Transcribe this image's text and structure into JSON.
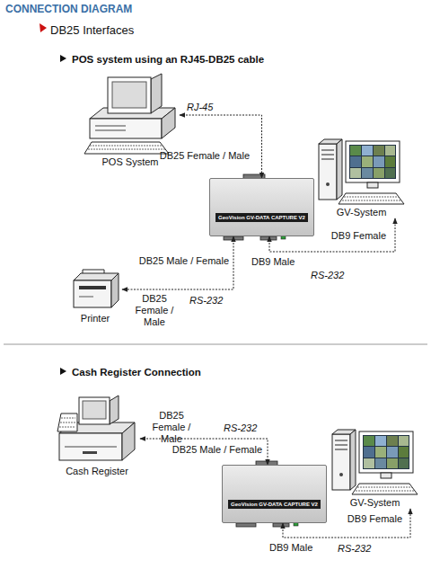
{
  "diagram": {
    "title": "CONNECTION DIAGRAM",
    "nodes": [
      {
        "text": [
          "POS System"
        ]
      },
      {
        "text": [
          "GeoVision GV-DATA CAPTURE V2"
        ]
      },
      {
        "text": [
          "GV-System"
        ]
      },
      {
        "text": [
          "Printer"
        ]
      },
      {
        "text": [
          "Cash Register"
        ]
      },
      {
        "text": [
          "GeoVision GV-DATA CAPTURE V2"
        ]
      },
      {
        "text": [
          "GV-System"
        ]
      }
    ],
    "edges": [
      {
        "from": 0,
        "to": 1,
        "arrow": "both",
        "label": "RJ-45"
      },
      {
        "from": 1,
        "to": 2,
        "arrow": "both",
        "label": "RS-232"
      },
      {
        "from": 1,
        "to": 3,
        "arrow": "both",
        "label": "RS-232"
      },
      {
        "from": 4,
        "to": 5,
        "arrow": "both",
        "label": "RS-232"
      },
      {
        "from": 5,
        "to": 6,
        "arrow": "both",
        "label": "RS-232"
      }
    ],
    "labels": [
      "DB25 Interfaces",
      "POS system using an RJ45-DB25 cable",
      "DB25 Female / Male",
      "DB9 Female",
      "DB25 Male / Female",
      "DB9 Male",
      "DB25 Female / Male",
      "Cash Register Connection",
      "DB25 Female / Male",
      "DB25 Male / Female",
      "DB9 Female",
      "DB9 Male"
    ]
  }
}
